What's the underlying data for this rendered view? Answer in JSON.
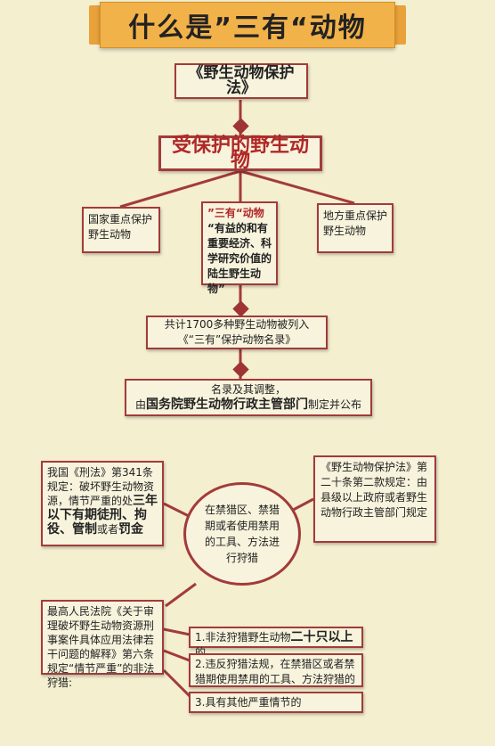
{
  "title": "什么是”三有“动物",
  "top_law": "《野生动物保护法》",
  "protected": "受保护的野生动物",
  "national": "国家重点保护野生动物",
  "three_you": {
    "heading": "”三有“动物",
    "desc": "“有益的和有重要经济、科学研究价值的陆生野生动物”"
  },
  "local": "地方重点保护野生动物",
  "list": {
    "line1": "共计1700多种野生动物被列入",
    "line2": "《“三有”保护动物名录》"
  },
  "adjust": {
    "line1": "名录及其调整，",
    "prefix": "由",
    "bold": "国务院野生动物行政主管部门",
    "suffix": "制定并公布"
  },
  "criminal": {
    "p1": "我国《刑法》第341条规定：破坏野生动物资源，情节严重的处",
    "b1": "三年以下有期徒刑、拘役、管制",
    "p2": "或者",
    "b2": "罚金"
  },
  "wildlife_law": "《野生动物保护法》第二十条第二款规定：由县级以上政府或者野生动物行政主管部门规定",
  "hunting": "在禁猎区、禁猎期或者使用禁用的工具、方法进行狩猎",
  "court": "最高人民法院《关于审理破坏野生动物资源刑事案件具体应用法律若干问题的解释》第六条规定“情节严重”的非法狩猎:",
  "items": {
    "i1_text": "1.非法狩猎野生动物",
    "i1_bold": "二十只以上",
    "i1_end": "的",
    "i2": "2.违反狩猎法规，在禁猎区或者禁猎期使用禁用的工具、方法狩猎的",
    "i3": "3.具有其他严重情节的"
  },
  "colors": {
    "background": "#f4efcf",
    "border": "#a23b3b",
    "banner": "#f2b24a",
    "accent_text": "#b02828"
  }
}
